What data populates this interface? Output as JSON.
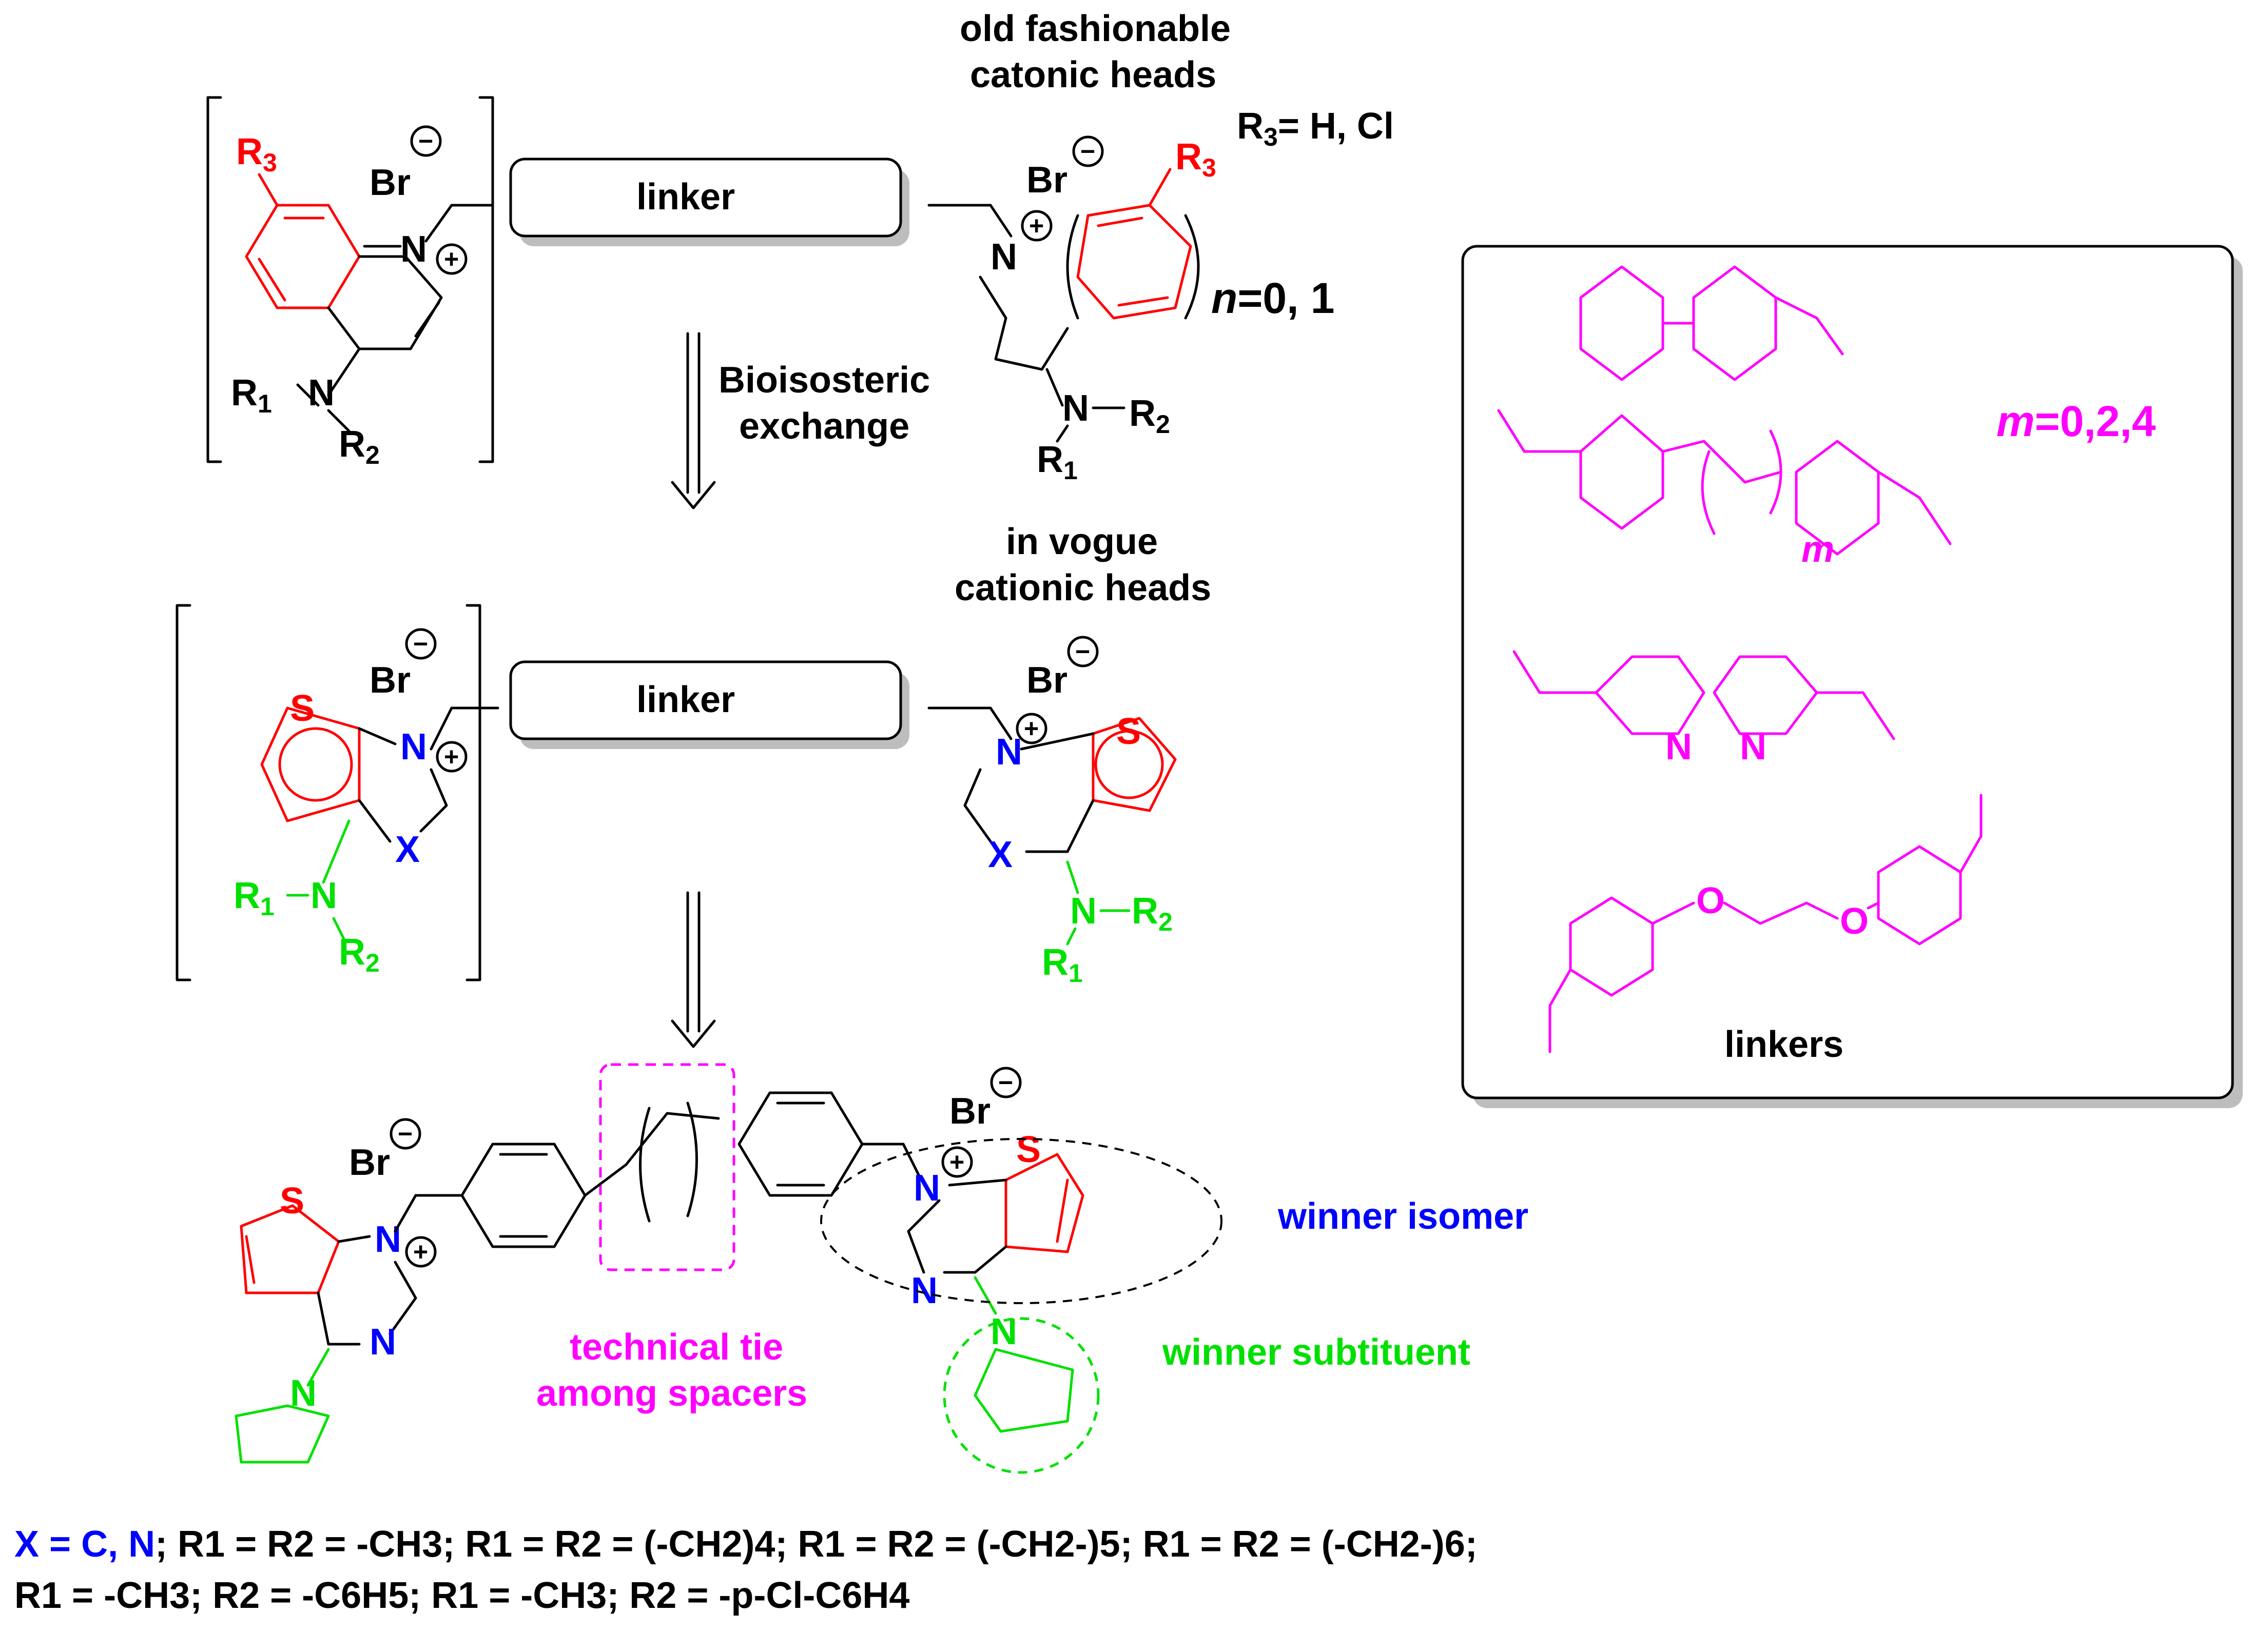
{
  "heads": {
    "old_title_line1": "old fashionable",
    "old_title_line2": "catonic heads",
    "r3_def_prefix": "R",
    "r3_def_sub": "3",
    "r3_def_suffix": "= H, Cl",
    "n_italic": "n",
    "n_values": "=0, 1",
    "vogue_line1": "in vogue",
    "vogue_line2": "cationic heads"
  },
  "arrow_label": {
    "line1": "Bioisosteric",
    "line2": "exchange"
  },
  "linker_box_label": "linker",
  "atoms": {
    "br": "Br",
    "minus": "−",
    "plus": "+",
    "N": "N",
    "S": "S",
    "X": "X",
    "O": "O",
    "R": "R",
    "sub1": "1",
    "sub2": "2",
    "sub3": "3",
    "dash": "—"
  },
  "linkers_panel": {
    "title": "linkers",
    "m_italic": "m",
    "m_values": "=0,2,4",
    "m_label": "m"
  },
  "annotations": {
    "winner_isomer": "winner isomer",
    "winner_substituent": "winner subtituent",
    "tie_line1": "technical tie",
    "tie_line2": "among spacers"
  },
  "footer": {
    "line1_blue": "X = C, N",
    "line1_rest": "; R1 = R2 = -CH3; R1 = R2 = (-CH2)4; R1 = R2 = (-CH2-)5; R1 = R2 = (-CH2-)6;",
    "line2": "R1 = -CH3; R2 = -C6H5; R1 = -CH3; R2 = -p-Cl-C6H4"
  },
  "colors": {
    "red_ring": "#ff0000",
    "heteroatom_blue": "#0000ff",
    "amine_green": "#00e000",
    "linker_magenta": "#ff00ff",
    "black": "#000000"
  }
}
